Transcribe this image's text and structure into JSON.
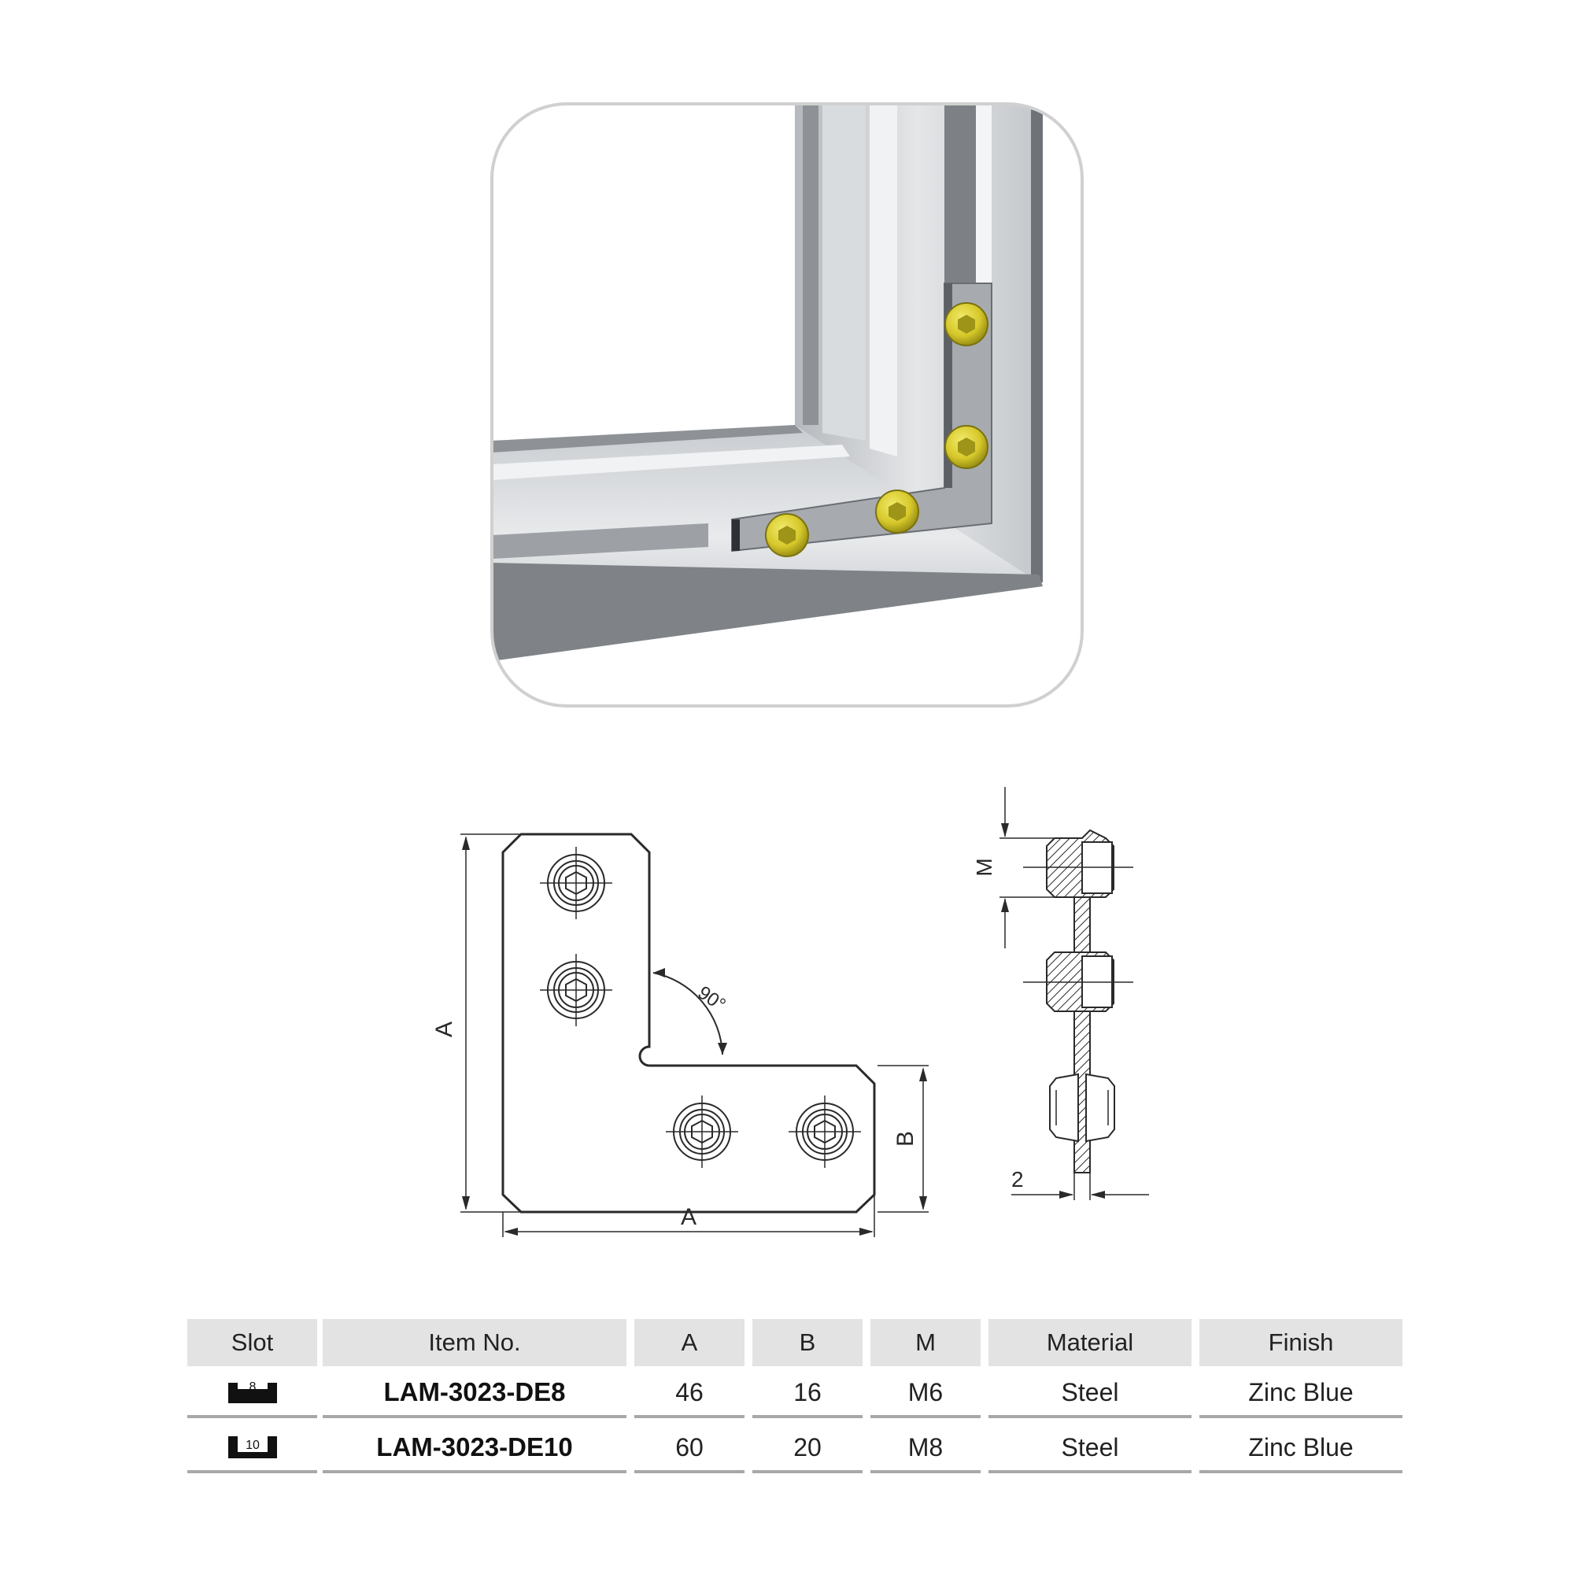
{
  "illustration": {
    "name": "corner-bracket-assembly-photo",
    "accent_color": "#d8cc2a"
  },
  "drawing": {
    "dim_A_vertical": "A",
    "dim_A_horizontal": "A",
    "dim_B": "B",
    "dim_M": "M",
    "dim_thickness": "2",
    "angle_label": "90°"
  },
  "table": {
    "headers": {
      "slot": "Slot",
      "item_no": "Item No.",
      "a": "A",
      "b": "B",
      "m": "M",
      "material": "Material",
      "finish": "Finish"
    },
    "rows": [
      {
        "slot": "8",
        "item_no": "LAM-3023-DE8",
        "a": "46",
        "b": "16",
        "m": "M6",
        "material": "Steel",
        "finish": "Zinc Blue"
      },
      {
        "slot": "10",
        "item_no": "LAM-3023-DE10",
        "a": "60",
        "b": "20",
        "m": "M8",
        "material": "Steel",
        "finish": "Zinc Blue"
      }
    ]
  }
}
